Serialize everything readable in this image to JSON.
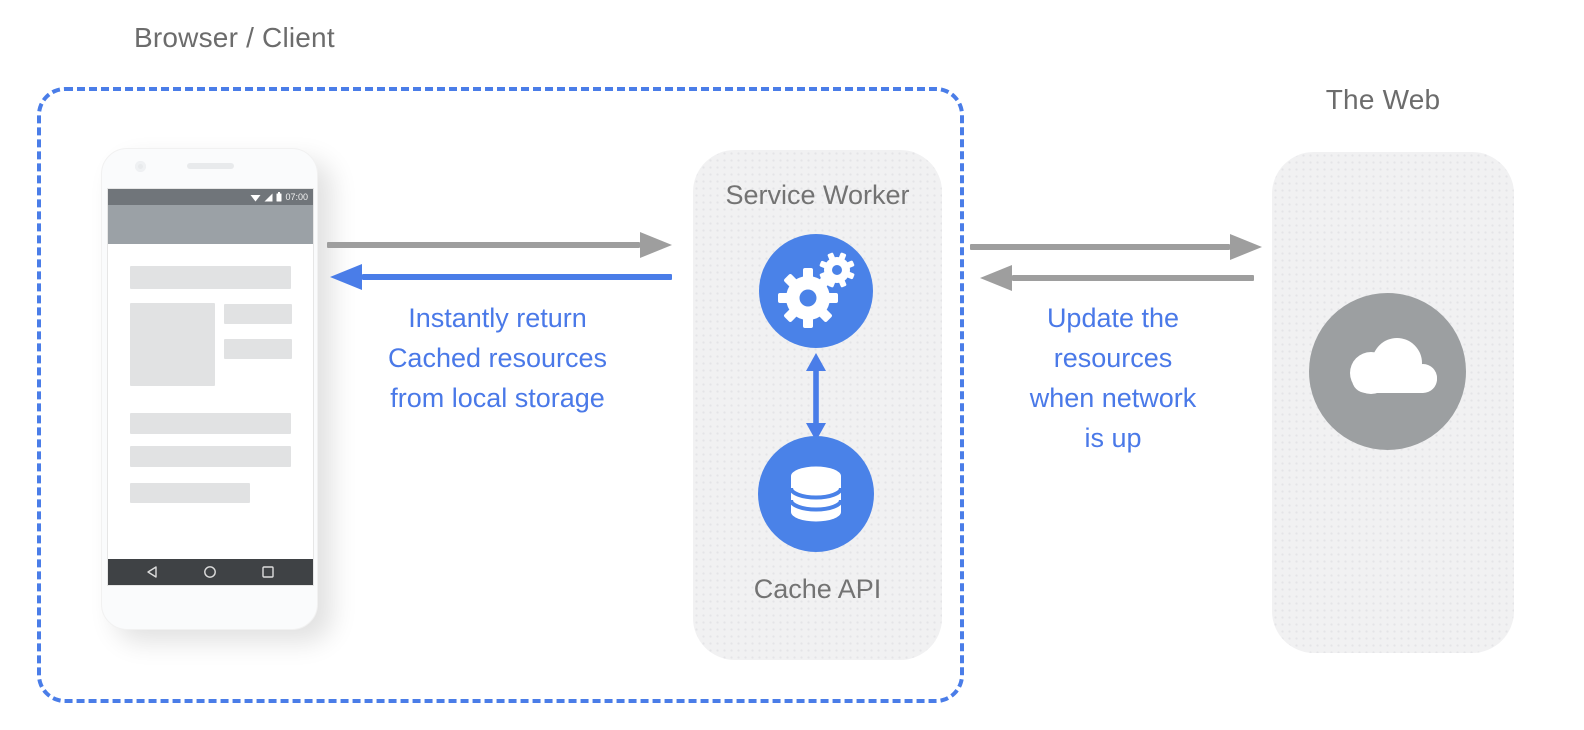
{
  "labels": {
    "browser_client": "Browser / Client",
    "the_web": "The Web"
  },
  "phone": {
    "status_time": "07:00"
  },
  "service_worker": {
    "title": "Service Worker",
    "cache_label": "Cache API"
  },
  "captions": {
    "cache_return": {
      "lines": [
        "Instantly return",
        "Cached resources",
        "from local storage"
      ]
    },
    "network_update": {
      "lines": [
        "Update the",
        "resources",
        "when network",
        "is up"
      ]
    }
  },
  "colors": {
    "accent_blue": "#4a7de8",
    "arrow_gray": "#9e9e9e",
    "heading_gray": "#6c6c6c",
    "panel_label_gray": "#737373",
    "panel_bg": "#f1f1f2",
    "cloud_circle_gray": "#9c9fa1"
  },
  "icons": {
    "gears": "gears-icon",
    "database": "database-icon",
    "cloud": "cloud-icon",
    "wifi": "wifi-icon",
    "signal": "signal-icon",
    "battery": "battery-icon",
    "back": "back-icon",
    "home": "home-icon",
    "recents": "recents-icon"
  }
}
